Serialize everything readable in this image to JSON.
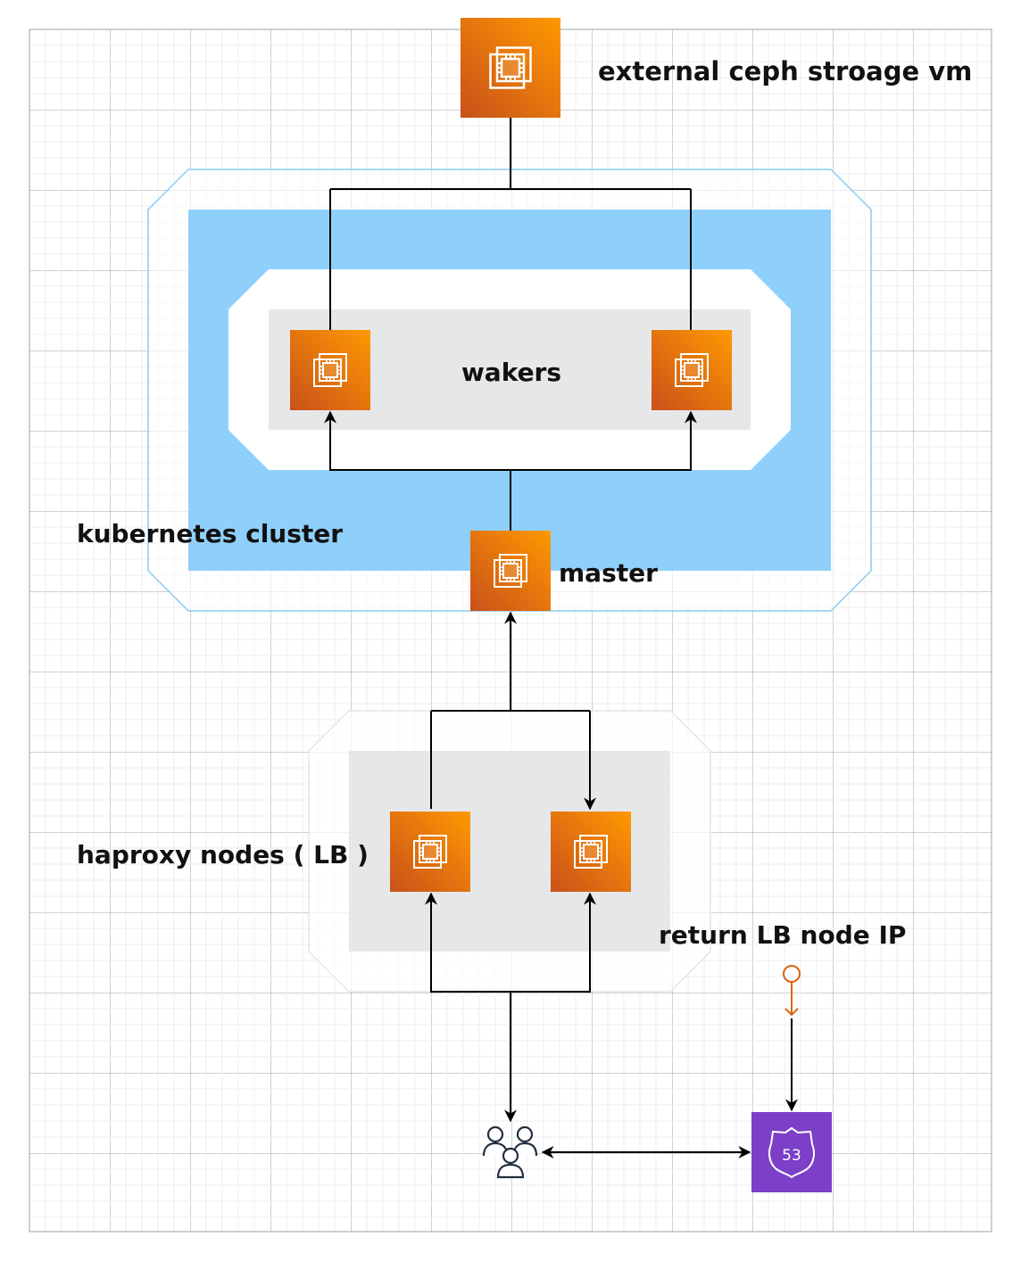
{
  "labels": {
    "external": "external ceph stroage vm",
    "workers": "wakers",
    "cluster": "kubernetes cluster",
    "master": "master",
    "haproxy": "haproxy nodes ( LB )",
    "return": "return LB node IP"
  },
  "route53": {
    "badge": "53"
  },
  "colors": {
    "ec2_dark": "#C8511B",
    "ec2_light": "#FF9900",
    "cluster_band": "#8FD0FB",
    "cluster_outline": "#8ACBF2",
    "group_fill": "#E6E7E9",
    "route53": "#7B3FC8",
    "users": "#232F3E",
    "event": "#D86613",
    "grid": "#9AA3AD"
  },
  "icons": {
    "ec2": "ec2-instance-icon",
    "users": "users-icon",
    "dns": "route53-icon",
    "event": "event-source-icon"
  }
}
